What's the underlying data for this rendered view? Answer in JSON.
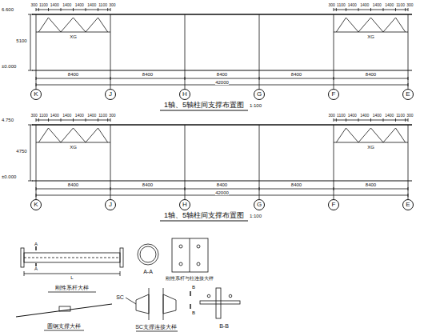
{
  "diagram": {
    "nodes": [
      {
        "text": [
          "K"
        ]
      },
      {
        "text": [
          "J"
        ]
      },
      {
        "text": [
          "H"
        ]
      },
      {
        "text": [
          "G"
        ]
      },
      {
        "text": [
          "F"
        ]
      },
      {
        "text": [
          "E"
        ]
      },
      {
        "text": [
          "K"
        ]
      },
      {
        "text": [
          "J"
        ]
      },
      {
        "text": [
          "H"
        ]
      },
      {
        "text": [
          "G"
        ]
      },
      {
        "text": [
          "F"
        ]
      },
      {
        "text": [
          "E"
        ]
      }
    ],
    "labels": [
      "6.600",
      "±0.000",
      "5100",
      "300",
      "1100",
      "1400",
      "1400",
      "1400",
      "1400",
      "1100",
      "300",
      "300",
      "1100",
      "1400",
      "1400",
      "1400",
      "1400",
      "1100",
      "300",
      "XG",
      "XG",
      "8400",
      "8400",
      "8400",
      "8400",
      "8400",
      "42000",
      "1轴、5轴柱间支撑布置图",
      "1:100",
      "4.750",
      "±0.000",
      "4750",
      "300",
      "1100",
      "1400",
      "1400",
      "1400",
      "1400",
      "1100",
      "300",
      "300",
      "1100",
      "1400",
      "1400",
      "1400",
      "1400",
      "1100",
      "300",
      "XG",
      "XG",
      "8400",
      "8400",
      "8400",
      "8400",
      "8400",
      "42000",
      "1轴、5轴柱间支撑布置图",
      "1:100",
      "A",
      "A",
      "L",
      "A-A",
      "刚性系杆大样",
      "刚性系杆与柱连接大样",
      "圆钢支撑大样",
      "SC",
      "SC支撑连接大样",
      "B-B",
      "B",
      "B"
    ]
  }
}
